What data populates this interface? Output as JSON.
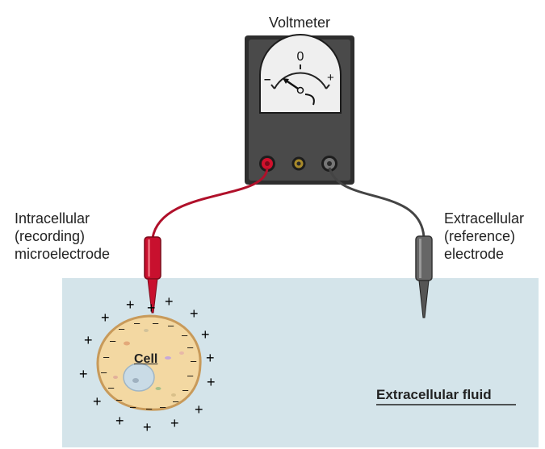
{
  "labels": {
    "voltmeter": "Voltmeter",
    "intracellular": [
      "Intracellular",
      "(recording)",
      "microelectrode"
    ],
    "extracellular": [
      "Extracellular",
      "(reference)",
      "electrode"
    ],
    "cell": "Cell",
    "fluid": "Extracellular fluid"
  },
  "meter": {
    "zero": "0",
    "minus": "–",
    "plus": "+"
  },
  "charges": {
    "outside": "+",
    "inside": "–"
  },
  "colors": {
    "fluid": "#d4e4ea",
    "voltmeter_body": "#3a3a3a",
    "red_lead": "#c8102e",
    "gray_lead": "#555555",
    "cell_fill": "#f3d8a2",
    "nucleus": "#c9dbe6"
  }
}
